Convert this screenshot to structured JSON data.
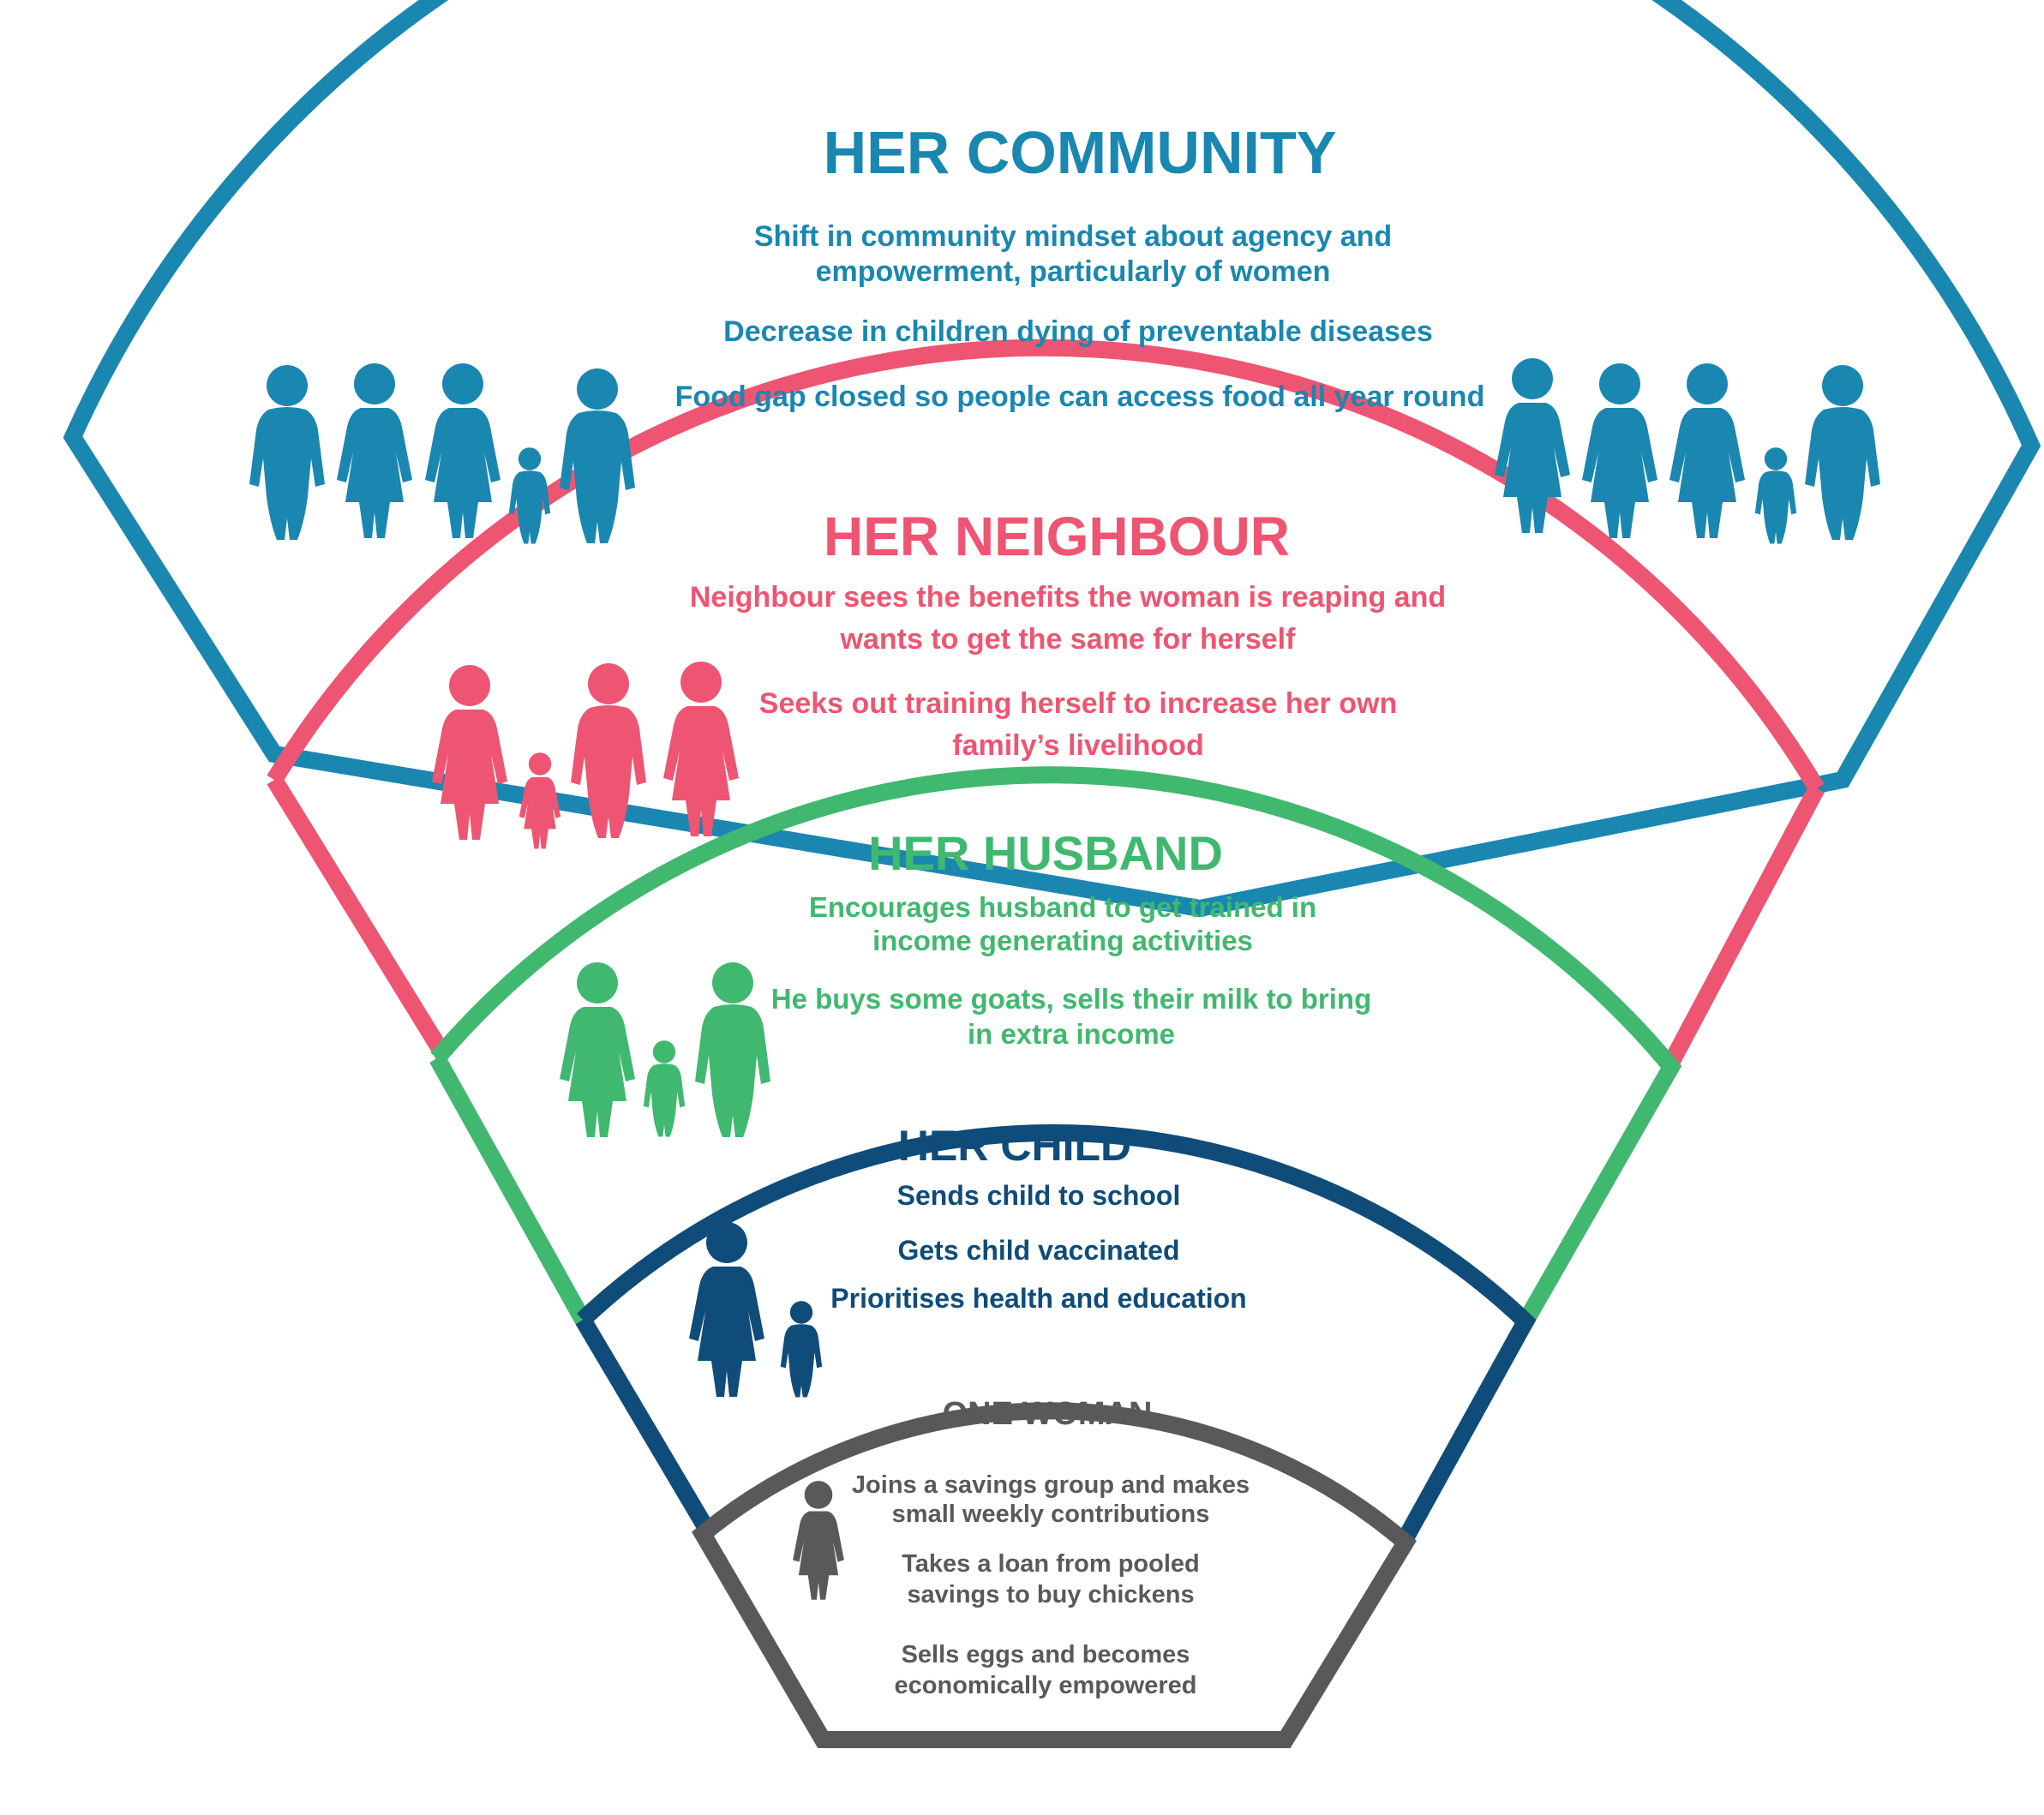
{
  "colors": {
    "community": "#1a87b0",
    "neighbour": "#ee5572",
    "husband": "#41b86f",
    "child": "#0f4c79",
    "woman": "#59595b"
  },
  "rings": {
    "community": {
      "title": "HER COMMUNITY",
      "lines": [
        "Shift in community mindset about agency and",
        "empowerment, particularly of women",
        "Decrease in children dying of preventable diseases",
        "Food gap closed so people can access food all year round"
      ],
      "icons": [
        "man-icon",
        "woman-icon",
        "woman-icon",
        "child-icon",
        "man-icon"
      ]
    },
    "neighbour": {
      "title": "HER NEIGHBOUR",
      "lines": [
        "Neighbour sees the benefits the woman is reaping and",
        "wants to get the same for herself",
        "Seeks out training herself to increase her own",
        "family’s livelihood"
      ],
      "icons": [
        "woman-icon",
        "child-icon",
        "man-icon",
        "woman-icon"
      ]
    },
    "husband": {
      "title": "HER HUSBAND",
      "lines": [
        "Encourages husband to get trained in",
        "income generating activities",
        "He buys some goats, sells their milk to bring",
        "in extra income"
      ],
      "icons": [
        "woman-icon",
        "child-icon",
        "man-icon"
      ]
    },
    "child": {
      "title": "HER CHILD",
      "lines": [
        "Sends child to school",
        "Gets child vaccinated",
        "Prioritises health and education"
      ],
      "icons": [
        "woman-icon",
        "child-icon"
      ]
    },
    "woman": {
      "title": "ONE WOMAN",
      "lines": [
        "Joins a savings group and makes",
        "small weekly contributions",
        "Takes a loan from pooled",
        "savings to buy chickens",
        "Sells eggs and becomes",
        "economically empowered"
      ],
      "icons": [
        "woman-icon"
      ]
    }
  }
}
